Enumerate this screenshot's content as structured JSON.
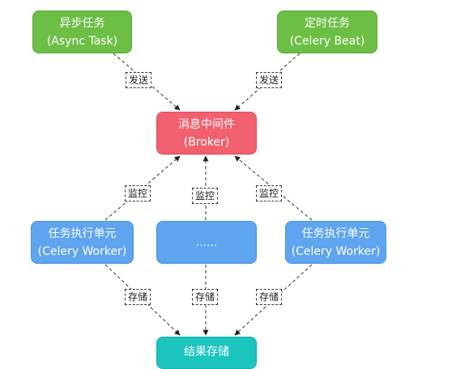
{
  "nodes": {
    "async_task": {
      "line1": "异步任务",
      "line2": "(Async Task)"
    },
    "celery_beat": {
      "line1": "定时任务",
      "line2": "(Celery Beat)"
    },
    "broker": {
      "line1": "消息中间件",
      "line2": "(Broker)"
    },
    "worker_left": {
      "line1": "任务执行单元",
      "line2": "(Celery Worker)"
    },
    "worker_middle": {
      "line1": "......"
    },
    "worker_right": {
      "line1": "任务执行单元",
      "line2": "(Celery Worker)"
    },
    "result_store": {
      "line1": "结果存储"
    }
  },
  "edge_labels": {
    "send": "发送",
    "monitor": "监控",
    "store": "存储"
  },
  "colors": {
    "task": "#6dbe45",
    "broker": "#f0606f",
    "worker": "#5ea4ef",
    "result": "#1cc4be"
  }
}
